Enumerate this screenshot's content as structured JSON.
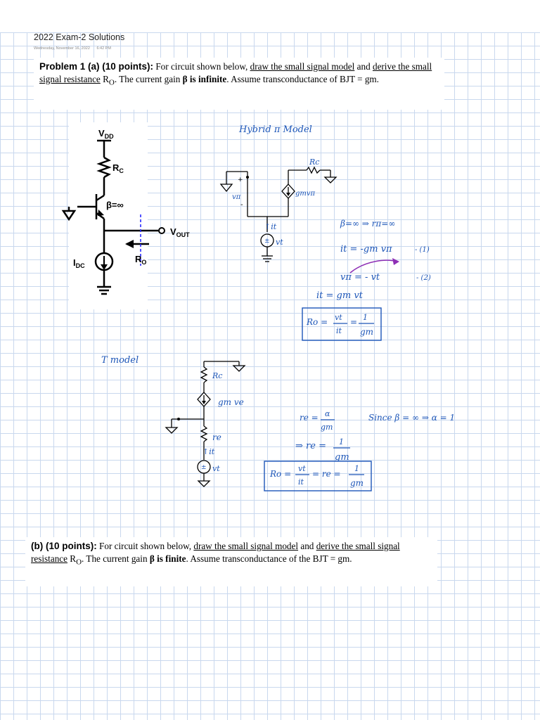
{
  "page": {
    "title": "2022 Exam-2 Solutions",
    "date": "Wednesday, November 16, 2022",
    "time": "6:42 PM"
  },
  "problem_a": {
    "head": "Problem 1 (a) (10 points):",
    "t1": " For circuit shown below, ",
    "u1": "draw the small signal model",
    "t2": " and ",
    "u2": "derive the small signal resistance",
    "t3": " R",
    "sub": "O",
    "t4": ". The current gain ",
    "bold": "β is infinite",
    "t5": ". Assume transconductance of BJT = gm."
  },
  "problem_b": {
    "head": "(b) (10 points):",
    "t1": " For circuit shown below, ",
    "u1": "draw the small signal model",
    "t2": " and ",
    "u2": "derive the small signal resistance",
    "t3": " R",
    "sub": "O",
    "t4": ". The current gain ",
    "bold": "β is finite",
    "t5": ". Assume transconductance of the BJT = gm."
  },
  "circuit": {
    "vdd": "V",
    "vdd_sub": "DD",
    "rc": "R",
    "rc_sub": "C",
    "beta": "β=∞",
    "vout": "V",
    "vout_sub": "OUT",
    "idc": "I",
    "idc_sub": "DC",
    "ro": "R",
    "ro_sub": "O"
  },
  "hybrid_pi": {
    "title": "Hybrid π Model",
    "rc": "Rc",
    "plus": "+",
    "minus": "-",
    "vpi": "vπ",
    "gm_src": "gmvπ",
    "it": "it",
    "vt": "vt",
    "eq_beta": "β=∞ ⇒ rπ=∞",
    "eq1": "it = -gm vπ",
    "eq1_num": "- (1)",
    "eq2": "vπ = - vt",
    "eq2_num": "- (2)",
    "eq3": "it = gm vt",
    "ro_lhs": "Ro =",
    "ro_num": "vt",
    "ro_den": "it",
    "ro_eq": "=",
    "ro_one": "1",
    "ro_gm": "gm"
  },
  "t_model": {
    "title": "T model",
    "rc": "Rc",
    "gm_src": "gm ve",
    "re": "re",
    "it": "it",
    "vt": "vt",
    "re_lhs": "re =",
    "re_num": "α",
    "re_den": "gm",
    "since": "Since β = ∞ ⇒ α = 1",
    "arrow_re": "⇒ re =",
    "one": "1",
    "gm": "gm",
    "ro_lhs": "Ro =",
    "ro_num": "vt",
    "ro_den": "it",
    "ro_mid": "= re =",
    "ro_one": "1",
    "ro_gm": "gm"
  }
}
